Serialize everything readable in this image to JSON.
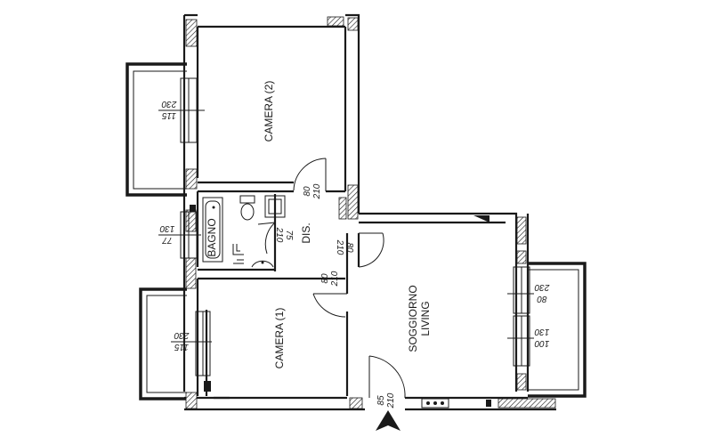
{
  "rooms": {
    "camera2": "CAMERA (2)",
    "camera1": "CAMERA (1)",
    "bagno": "BAGNO",
    "dis": "DIS.",
    "soggiorno": "SOGGIORNO",
    "living": "LIVING"
  },
  "openings": {
    "camera2_window": {
      "width": "115",
      "height": "230"
    },
    "bagno_window": {
      "width": "77",
      "height": "130"
    },
    "camera1_window": {
      "width": "115",
      "height": "230"
    },
    "living_window_top": {
      "width": "80",
      "height": "230"
    },
    "living_window_bottom": {
      "width": "100",
      "height": "130"
    },
    "door_camera2": {
      "width": "80",
      "height": "210"
    },
    "door_bagno": {
      "width": "75",
      "height": "210"
    },
    "door_living_top": {
      "width": "80",
      "height": "210"
    },
    "door_camera1": {
      "width": "80",
      "height": "210"
    },
    "door_entrance": {
      "width": "85",
      "height": "210"
    }
  }
}
